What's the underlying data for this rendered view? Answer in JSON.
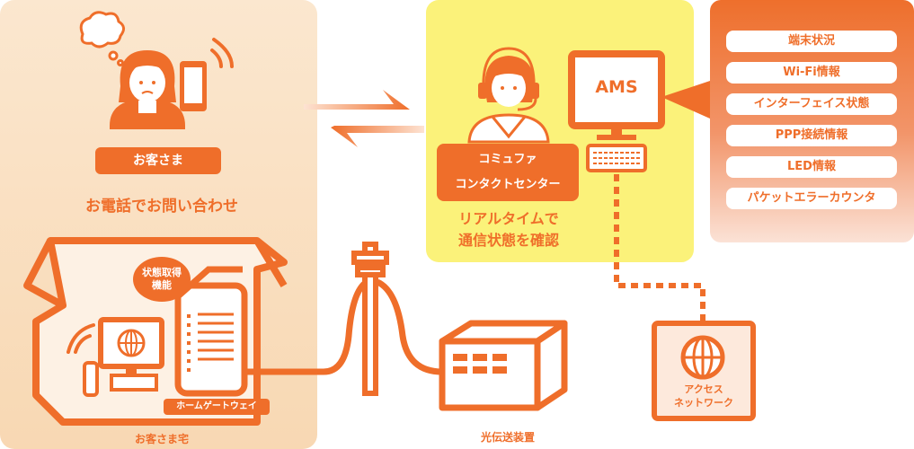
{
  "customer": {
    "label": "お客さま",
    "inquiry_text": "お電話でお問い合わせ",
    "home_label": "お客さま宅",
    "status_function_line1": "状態取得",
    "status_function_line2": "機能",
    "gateway_label": "ホームゲートウェイ"
  },
  "center": {
    "label_line1": "コミュファ",
    "label_line2": "コンタクトセンター",
    "realtime_line1": "リアルタイムで",
    "realtime_line2": "通信状態を確認"
  },
  "ams": {
    "screen_label": "AMS",
    "items": [
      "端末状況",
      "Wi-Fi情報",
      "インターフェイス状態",
      "PPP接続情報",
      "LED情報",
      "パケットエラーカウンタ"
    ]
  },
  "network": {
    "optical_label": "光伝送装置",
    "access_line1": "アクセス",
    "access_line2": "ネットワーク"
  },
  "colors": {
    "orange": "#ef6e2a",
    "yellow_panel": "#fbf27a",
    "customer_panel": "#f8d8b3"
  }
}
